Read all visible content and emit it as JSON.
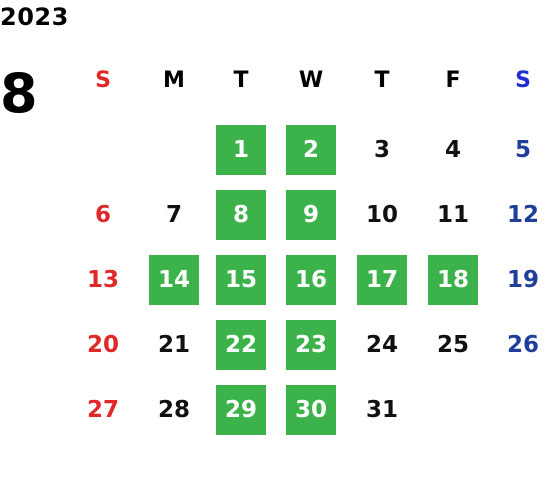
{
  "calendar": {
    "year": "2023",
    "month": "8",
    "weekdays": [
      {
        "label": "S",
        "color": "#e02828"
      },
      {
        "label": "M",
        "color": "#000000"
      },
      {
        "label": "T",
        "color": "#000000"
      },
      {
        "label": "W",
        "color": "#000000"
      },
      {
        "label": "T",
        "color": "#000000"
      },
      {
        "label": "F",
        "color": "#000000"
      },
      {
        "label": "S",
        "color": "#1f2fd0"
      }
    ],
    "colors": {
      "highlight": "#3cb24b",
      "sunday": "#e02828",
      "saturday": "#1f3f9a"
    },
    "days": [
      {
        "day": "1",
        "highlighted": true
      },
      {
        "day": "2",
        "highlighted": true
      },
      {
        "day": "3",
        "highlighted": false
      },
      {
        "day": "4",
        "highlighted": false
      },
      {
        "day": "5",
        "highlighted": false
      },
      {
        "day": "6",
        "highlighted": false
      },
      {
        "day": "7",
        "highlighted": false
      },
      {
        "day": "8",
        "highlighted": true
      },
      {
        "day": "9",
        "highlighted": true
      },
      {
        "day": "10",
        "highlighted": false
      },
      {
        "day": "11",
        "highlighted": false
      },
      {
        "day": "12",
        "highlighted": false
      },
      {
        "day": "13",
        "highlighted": false
      },
      {
        "day": "14",
        "highlighted": true
      },
      {
        "day": "15",
        "highlighted": true
      },
      {
        "day": "16",
        "highlighted": true
      },
      {
        "day": "17",
        "highlighted": true
      },
      {
        "day": "18",
        "highlighted": true
      },
      {
        "day": "19",
        "highlighted": false
      },
      {
        "day": "20",
        "highlighted": false
      },
      {
        "day": "21",
        "highlighted": false
      },
      {
        "day": "22",
        "highlighted": true
      },
      {
        "day": "23",
        "highlighted": true
      },
      {
        "day": "24",
        "highlighted": false
      },
      {
        "day": "25",
        "highlighted": false
      },
      {
        "day": "26",
        "highlighted": false
      },
      {
        "day": "27",
        "highlighted": false
      },
      {
        "day": "28",
        "highlighted": false
      },
      {
        "day": "29",
        "highlighted": true
      },
      {
        "day": "30",
        "highlighted": true
      },
      {
        "day": "31",
        "highlighted": false
      }
    ]
  }
}
